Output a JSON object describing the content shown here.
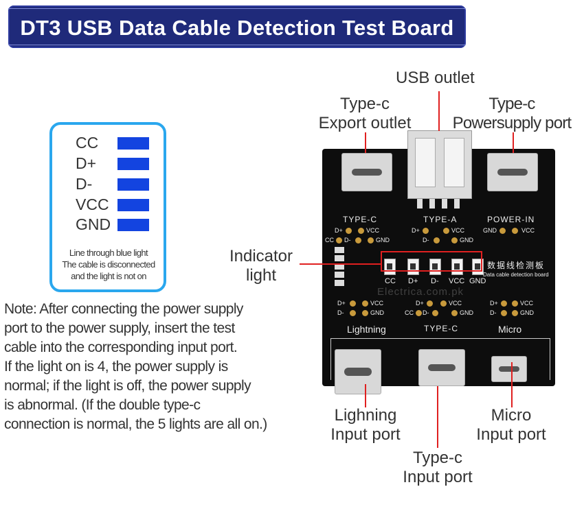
{
  "title": "DT3 USB Data Cable Detection Test Board",
  "legend": {
    "rows": [
      {
        "label": "CC"
      },
      {
        "label": "D+"
      },
      {
        "label": "D-"
      },
      {
        "label": "VCC"
      },
      {
        "label": "GND"
      }
    ],
    "note_lines": [
      "Line through blue light",
      "The cable is disconnected",
      "and the light is not on"
    ],
    "swatch_color": "#1344e0",
    "border_color": "#2aa7ee"
  },
  "note_lines": [
    "Note: After connecting the power supply",
    "port to the power supply, insert the test",
    "cable into the corresponding input port.",
    "If the light on is 4, the power supply is",
    "normal; if the light is off, the power supply",
    " is abnormal. (If the double type-c",
    "connection is normal, the 5 lights are all on.)"
  ],
  "callouts": {
    "usb_outlet": "USB outlet",
    "typec_export_1": "Type-c",
    "typec_export_2": "Export outlet",
    "typec_power_1": "Type-c",
    "typec_power_2": "Powersupply port",
    "indicator_1": "Indicator",
    "indicator_2": "light",
    "lightning_input_1": "Lighning",
    "lightning_input_2": "Input port",
    "micro_input_1": "Micro",
    "micro_input_2": "Input port",
    "typec_input_1": "Type-c",
    "typec_input_2": "Input port"
  },
  "board": {
    "sections": {
      "typec": "TYPE-C",
      "typea": "TYPE-A",
      "powerin": "POWER-IN",
      "lightning": "Lightning",
      "typec_bottom": "TYPE-C",
      "micro": "Micro"
    },
    "led_labels": [
      "CC",
      "D+",
      "D-",
      "VCC",
      "GND"
    ],
    "chinese_title": "数据线检测板",
    "english_subtitle": "Data cable detection board",
    "watermark": "Electrica.com.pk",
    "pins": {
      "dplus": "D+",
      "vcc": "VCC",
      "cc": "CC",
      "dminus": "D-",
      "gnd": "GND"
    }
  },
  "accent_color": "#e02020"
}
